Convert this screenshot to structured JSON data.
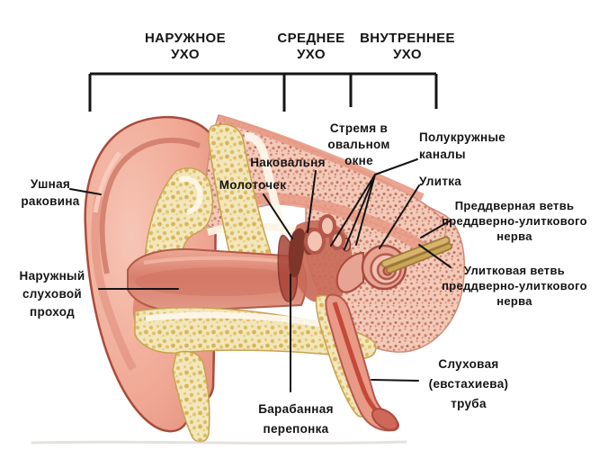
{
  "sections": {
    "outer": "НАРУЖНОЕ\nУХО",
    "middle": "СРЕДНЕЕ\nУХО",
    "inner": "ВНУТРЕННЕЕ\nУХО"
  },
  "labels": {
    "auricle": "Ушная\nраковина",
    "ear_canal": "Наружный\nслуховой\nпроход",
    "malleus": "Молоточек",
    "incus": "Наковальня",
    "stapes": "Стремя в\nовальном\nокне",
    "semicircular_canals": "Полукружные\nканалы",
    "cochlea": "Улитка",
    "vestibular_branch": "Преддверная ветвь\nпреддверно-улиткового\nнерва",
    "cochlear_branch": "Улитковая ветвь\nпреддверно-улиткового\nнерва",
    "eustachian_tube": "Слуховая\n(евстахиева)\nтруба",
    "eardrum": "Барабанная\nперепонка"
  },
  "colors": {
    "line": "#151515",
    "skin_pink": "#efa18f",
    "skin_shadow": "#d97b69",
    "outline_red": "#a84b3e",
    "bone_yellow": "#f0e2ae",
    "bone_speckle_pink": "#f3c8b6",
    "nerve_tan": "#d3a757"
  }
}
